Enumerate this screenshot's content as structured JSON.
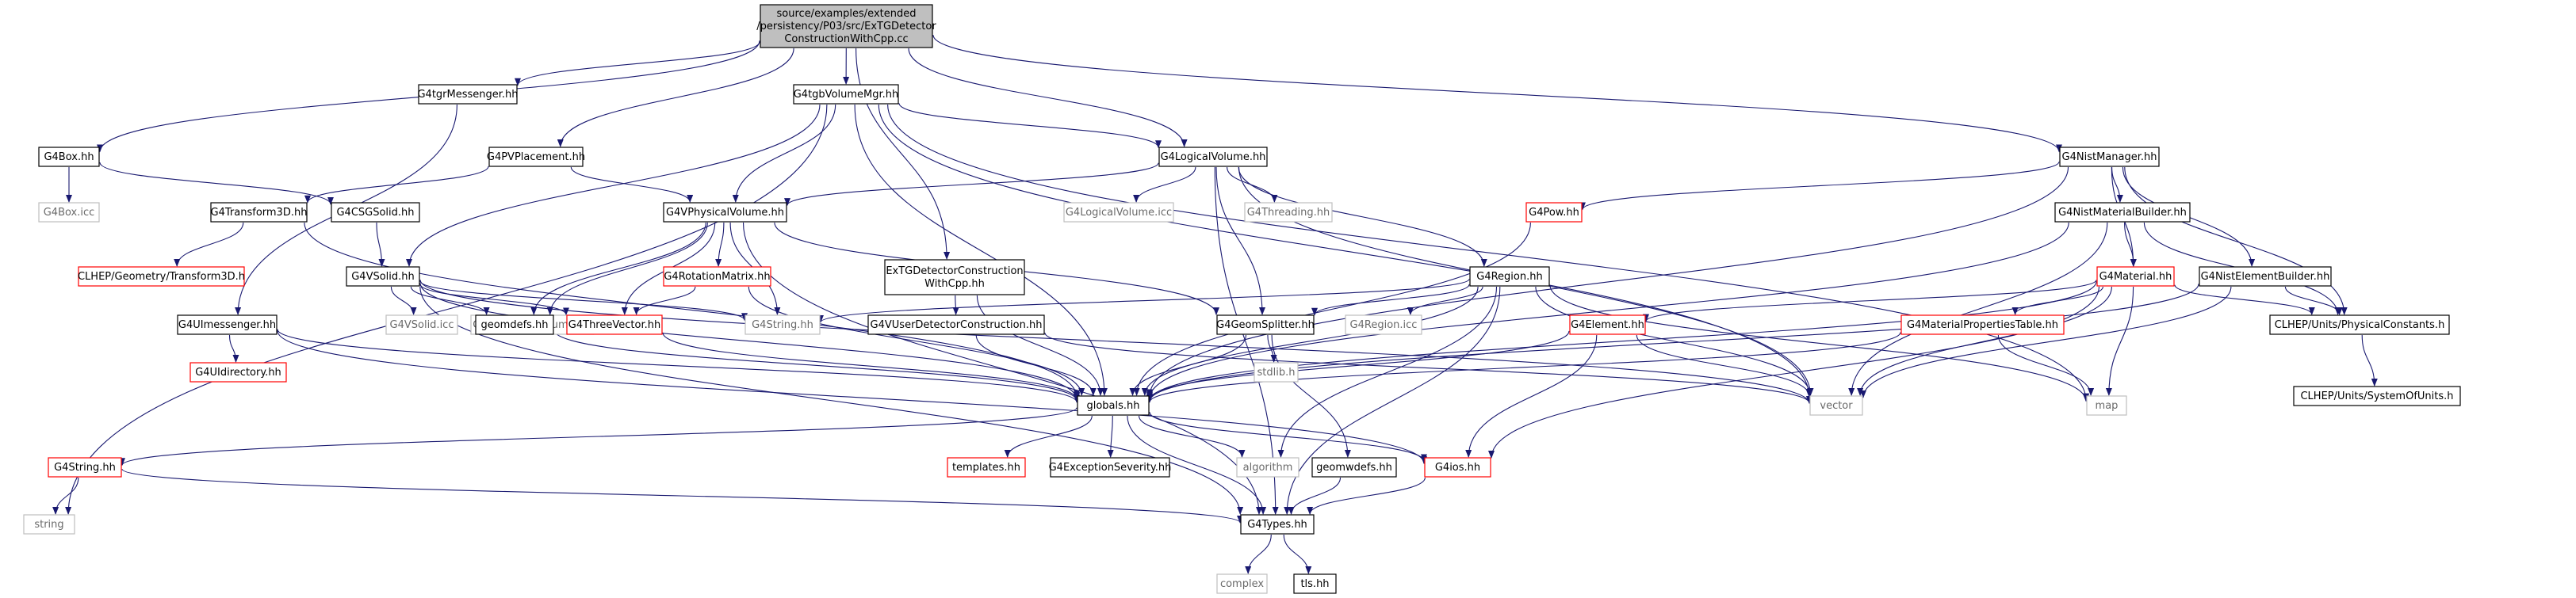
{
  "diagram": {
    "type": "include-dependency-graph",
    "colors": {
      "edge": "#191970",
      "root_fill": "#bfbfbf",
      "red_border": "#ff0000",
      "gray_border": "#bfbfbf"
    },
    "nodes": [
      {
        "id": "root",
        "lines": [
          "source/examples/extended",
          "/persistency/P03/src/ExTGDetector",
          "ConstructionWithCpp.cc"
        ],
        "kind": "root"
      },
      {
        "id": "G4tgrMessenger",
        "lines": [
          "G4tgrMessenger.hh"
        ],
        "kind": "plain"
      },
      {
        "id": "G4tgbVolumeMgr",
        "lines": [
          "G4tgbVolumeMgr.hh"
        ],
        "kind": "plain"
      },
      {
        "id": "G4Box",
        "lines": [
          "G4Box.hh"
        ],
        "kind": "plain"
      },
      {
        "id": "G4PVPlacement",
        "lines": [
          "G4PVPlacement.hh"
        ],
        "kind": "plain"
      },
      {
        "id": "G4LogicalVolume",
        "lines": [
          "G4LogicalVolume.hh"
        ],
        "kind": "plain"
      },
      {
        "id": "G4NistManager",
        "lines": [
          "G4NistManager.hh"
        ],
        "kind": "plain"
      },
      {
        "id": "G4Boxicc",
        "lines": [
          "G4Box.icc"
        ],
        "kind": "gray"
      },
      {
        "id": "G4Transform3D",
        "lines": [
          "G4Transform3D.hh"
        ],
        "kind": "plain"
      },
      {
        "id": "G4CSGSolid",
        "lines": [
          "G4CSGSolid.hh"
        ],
        "kind": "plain"
      },
      {
        "id": "G4VPhysicalVolume",
        "lines": [
          "G4VPhysicalVolume.hh"
        ],
        "kind": "plain"
      },
      {
        "id": "G4LogicalVolumeicc",
        "lines": [
          "G4LogicalVolume.icc"
        ],
        "kind": "gray"
      },
      {
        "id": "G4Threading",
        "lines": [
          "G4Threading.hh"
        ],
        "kind": "gray"
      },
      {
        "id": "G4Pow",
        "lines": [
          "G4Pow.hh"
        ],
        "kind": "red"
      },
      {
        "id": "G4NistMaterialBuilder",
        "lines": [
          "G4NistMaterialBuilder.hh"
        ],
        "kind": "plain"
      },
      {
        "id": "CLHEPTransform3D",
        "lines": [
          "CLHEP/Geometry/Transform3D.h"
        ],
        "kind": "red"
      },
      {
        "id": "ExTGDetectorConstructionWithCpp",
        "lines": [
          "ExTGDetectorConstruction",
          "WithCpp.hh"
        ],
        "kind": "plain"
      },
      {
        "id": "G4Region",
        "lines": [
          "G4Region.hh"
        ],
        "kind": "plain"
      },
      {
        "id": "G4NistElementBuilder",
        "lines": [
          "G4NistElementBuilder.hh"
        ],
        "kind": "plain"
      },
      {
        "id": "G4VSolid",
        "lines": [
          "G4VSolid.hh"
        ],
        "kind": "plain"
      },
      {
        "id": "G4VPhysicalVolumeicc",
        "lines": [
          "G4VPhysicalVolume.icc"
        ],
        "kind": "gray"
      },
      {
        "id": "G4RotationMatrix",
        "lines": [
          "G4RotationMatrix.hh"
        ],
        "kind": "red"
      },
      {
        "id": "G4Material",
        "lines": [
          "G4Material.hh"
        ],
        "kind": "red"
      },
      {
        "id": "G4VSolidicc",
        "lines": [
          "G4VSolid.icc"
        ],
        "kind": "gray"
      },
      {
        "id": "geomdefs",
        "lines": [
          "geomdefs.hh"
        ],
        "kind": "plain"
      },
      {
        "id": "G4ThreeVector",
        "lines": [
          "G4ThreeVector.hh"
        ],
        "kind": "red"
      },
      {
        "id": "G4String",
        "lines": [
          "G4String.hh"
        ],
        "kind": "gray"
      },
      {
        "id": "G4VUserDetectorConstruction",
        "lines": [
          "G4VUserDetectorConstruction.hh"
        ],
        "kind": "plain"
      },
      {
        "id": "G4GeomSplitter",
        "lines": [
          "G4GeomSplitter.hh"
        ],
        "kind": "plain"
      },
      {
        "id": "G4Regionicc",
        "lines": [
          "G4Region.icc"
        ],
        "kind": "gray"
      },
      {
        "id": "G4Element",
        "lines": [
          "G4Element.hh"
        ],
        "kind": "red"
      },
      {
        "id": "G4MaterialPropertiesTable",
        "lines": [
          "G4MaterialPropertiesTable.hh"
        ],
        "kind": "red"
      },
      {
        "id": "CLHEPPhysicalConstants",
        "lines": [
          "CLHEP/Units/PhysicalConstants.h"
        ],
        "kind": "plain"
      },
      {
        "id": "G4UImessenger",
        "lines": [
          "G4UImessenger.hh"
        ],
        "kind": "plain"
      },
      {
        "id": "G4UIdirectory",
        "lines": [
          "G4UIdirectory.hh"
        ],
        "kind": "red"
      },
      {
        "id": "globals",
        "lines": [
          "globals.hh"
        ],
        "kind": "plain"
      },
      {
        "id": "stdlib",
        "lines": [
          "stdlib.h"
        ],
        "kind": "gray"
      },
      {
        "id": "vector",
        "lines": [
          "vector"
        ],
        "kind": "gray"
      },
      {
        "id": "map",
        "lines": [
          "map"
        ],
        "kind": "gray"
      },
      {
        "id": "CLHEPSystemOfUnits",
        "lines": [
          "CLHEP/Units/SystemOfUnits.h"
        ],
        "kind": "plain"
      },
      {
        "id": "G4StringRed",
        "lines": [
          "G4String.hh"
        ],
        "kind": "red"
      },
      {
        "id": "templates",
        "lines": [
          "templates.hh"
        ],
        "kind": "red"
      },
      {
        "id": "G4ExceptionSeverity",
        "lines": [
          "G4ExceptionSeverity.hh"
        ],
        "kind": "plain"
      },
      {
        "id": "algorithm",
        "lines": [
          "algorithm"
        ],
        "kind": "gray"
      },
      {
        "id": "geomwdefs",
        "lines": [
          "geomwdefs.hh"
        ],
        "kind": "plain"
      },
      {
        "id": "G4ios",
        "lines": [
          "G4ios.hh"
        ],
        "kind": "red"
      },
      {
        "id": "string",
        "lines": [
          "string"
        ],
        "kind": "gray"
      },
      {
        "id": "G4Types",
        "lines": [
          "G4Types.hh"
        ],
        "kind": "plain"
      },
      {
        "id": "complex",
        "lines": [
          "complex"
        ],
        "kind": "gray"
      },
      {
        "id": "tls",
        "lines": [
          "tls.hh"
        ],
        "kind": "plain"
      }
    ],
    "edges": [
      [
        "root",
        "G4tgrMessenger"
      ],
      [
        "root",
        "G4tgbVolumeMgr"
      ],
      [
        "root",
        "G4Box"
      ],
      [
        "root",
        "G4PVPlacement"
      ],
      [
        "root",
        "G4LogicalVolume"
      ],
      [
        "root",
        "G4NistManager"
      ],
      [
        "root",
        "ExTGDetectorConstructionWithCpp"
      ],
      [
        "G4tgrMessenger",
        "G4UImessenger"
      ],
      [
        "G4tgbVolumeMgr",
        "string"
      ],
      [
        "G4tgbVolumeMgr",
        "G4LogicalVolume"
      ],
      [
        "G4tgbVolumeMgr",
        "G4VPhysicalVolume"
      ],
      [
        "G4tgbVolumeMgr",
        "G4VSolid"
      ],
      [
        "G4tgbVolumeMgr",
        "globals"
      ],
      [
        "G4tgbVolumeMgr",
        "vector"
      ],
      [
        "G4tgbVolumeMgr",
        "map"
      ],
      [
        "G4Box",
        "G4Boxicc"
      ],
      [
        "G4Box",
        "G4CSGSolid"
      ],
      [
        "G4PVPlacement",
        "G4Transform3D"
      ],
      [
        "G4PVPlacement",
        "G4VPhysicalVolume"
      ],
      [
        "G4LogicalVolume",
        "G4VPhysicalVolume"
      ],
      [
        "G4LogicalVolume",
        "G4LogicalVolumeicc"
      ],
      [
        "G4LogicalVolume",
        "G4Threading"
      ],
      [
        "G4LogicalVolume",
        "G4Region"
      ],
      [
        "G4LogicalVolume",
        "G4GeomSplitter"
      ],
      [
        "G4LogicalVolume",
        "vector"
      ],
      [
        "G4LogicalVolume",
        "G4Types"
      ],
      [
        "G4NistManager",
        "G4Pow"
      ],
      [
        "G4NistManager",
        "G4NistMaterialBuilder"
      ],
      [
        "G4NistManager",
        "G4NistElementBuilder"
      ],
      [
        "G4NistManager",
        "G4Material"
      ],
      [
        "G4NistManager",
        "CLHEPPhysicalConstants"
      ],
      [
        "G4NistManager",
        "globals"
      ],
      [
        "G4Transform3D",
        "CLHEPTransform3D"
      ],
      [
        "G4Transform3D",
        "globals"
      ],
      [
        "G4CSGSolid",
        "G4VSolid"
      ],
      [
        "G4VPhysicalVolume",
        "G4VPhysicalVolumeicc"
      ],
      [
        "G4VPhysicalVolume",
        "G4RotationMatrix"
      ],
      [
        "G4VPhysicalVolume",
        "G4ThreeVector"
      ],
      [
        "G4VPhysicalVolume",
        "geomdefs"
      ],
      [
        "G4VPhysicalVolume",
        "G4String"
      ],
      [
        "G4VPhysicalVolume",
        "G4Types"
      ],
      [
        "G4VPhysicalVolume",
        "G4GeomSplitter"
      ],
      [
        "G4Pow",
        "globals"
      ],
      [
        "G4NistMaterialBuilder",
        "G4Material"
      ],
      [
        "G4NistMaterialBuilder",
        "CLHEPPhysicalConstants"
      ],
      [
        "G4NistMaterialBuilder",
        "globals"
      ],
      [
        "G4NistMaterialBuilder",
        "vector"
      ],
      [
        "ExTGDetectorConstructionWithCpp",
        "G4VUserDetectorConstruction"
      ],
      [
        "ExTGDetectorConstructionWithCpp",
        "globals"
      ],
      [
        "G4Region",
        "G4GeomSplitter"
      ],
      [
        "G4Region",
        "G4Regionicc"
      ],
      [
        "G4Region",
        "G4String"
      ],
      [
        "G4Region",
        "vector"
      ],
      [
        "G4Region",
        "map"
      ],
      [
        "G4Region",
        "algorithm"
      ],
      [
        "G4Region",
        "G4Types"
      ],
      [
        "G4Region",
        "globals"
      ],
      [
        "G4NistElementBuilder",
        "CLHEPPhysicalConstants"
      ],
      [
        "G4NistElementBuilder",
        "vector"
      ],
      [
        "G4NistElementBuilder",
        "globals"
      ],
      [
        "G4VSolid",
        "G4VSolidicc"
      ],
      [
        "G4VSolid",
        "geomdefs"
      ],
      [
        "G4VSolid",
        "G4ThreeVector"
      ],
      [
        "G4VSolid",
        "G4String"
      ],
      [
        "G4VSolid",
        "vector"
      ],
      [
        "G4VSolid",
        "G4Types"
      ],
      [
        "G4VSolid",
        "globals"
      ],
      [
        "G4RotationMatrix",
        "G4ThreeVector"
      ],
      [
        "G4RotationMatrix",
        "globals"
      ],
      [
        "G4Material",
        "G4Element"
      ],
      [
        "G4Material",
        "G4MaterialPropertiesTable"
      ],
      [
        "G4Material",
        "vector"
      ],
      [
        "G4Material",
        "map"
      ],
      [
        "G4Material",
        "G4ios"
      ],
      [
        "G4Material",
        "CLHEPPhysicalConstants"
      ],
      [
        "G4Material",
        "globals"
      ],
      [
        "geomdefs",
        "globals"
      ],
      [
        "G4ThreeVector",
        "globals"
      ],
      [
        "G4VUserDetectorConstruction",
        "globals"
      ],
      [
        "G4VUserDetectorConstruction",
        "vector"
      ],
      [
        "G4GeomSplitter",
        "stdlib"
      ],
      [
        "G4GeomSplitter",
        "geomwdefs"
      ],
      [
        "G4GeomSplitter",
        "globals"
      ],
      [
        "G4Element",
        "G4ios"
      ],
      [
        "G4Element",
        "vector"
      ],
      [
        "G4Element",
        "globals"
      ],
      [
        "G4MaterialPropertiesTable",
        "map"
      ],
      [
        "G4MaterialPropertiesTable",
        "globals"
      ],
      [
        "CLHEPPhysicalConstants",
        "CLHEPSystemOfUnits"
      ],
      [
        "G4UImessenger",
        "G4UIdirectory"
      ],
      [
        "G4UImessenger",
        "globals"
      ],
      [
        "G4UImessenger",
        "G4ios"
      ],
      [
        "globals",
        "G4StringRed"
      ],
      [
        "globals",
        "templates"
      ],
      [
        "globals",
        "G4ExceptionSeverity"
      ],
      [
        "globals",
        "algorithm"
      ],
      [
        "globals",
        "G4ios"
      ],
      [
        "globals",
        "G4Types"
      ],
      [
        "G4StringRed",
        "string"
      ],
      [
        "G4StringRed",
        "G4Types"
      ],
      [
        "geomwdefs",
        "G4Types"
      ],
      [
        "G4ios",
        "G4Types"
      ],
      [
        "G4Types",
        "complex"
      ],
      [
        "G4Types",
        "tls"
      ]
    ]
  }
}
